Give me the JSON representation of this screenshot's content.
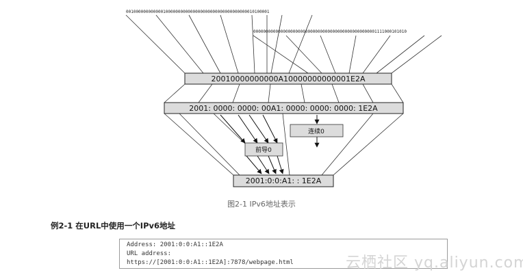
{
  "figure": {
    "binary_top": "0010000000000001000000000000000000000000000000000010100001",
    "binary_right": "00000000000000000000000000000000000000000000000001111000101010",
    "full_hex": "20010000000000A10000000000001E2A",
    "colon_hex": "2001: 0000: 0000: 00A1: 0000: 0000: 0000: 1E2A",
    "consecutive_zero_label": "连续0",
    "leading_zero_label": "前导0",
    "compressed": "2001:0:0:A1: : 1E2A",
    "caption": "图2-1 IPv6地址表示"
  },
  "example": {
    "title": "例2-1 在URL中使用一个IPv6地址",
    "lines": [
      "Address: 2001:0:0:A1::1E2A",
      "URL address:",
      "https://[2001:0:0:A1::1E2A]:7878/webpage.html"
    ]
  },
  "watermark": "云栖社区 yq.aliyun.com"
}
